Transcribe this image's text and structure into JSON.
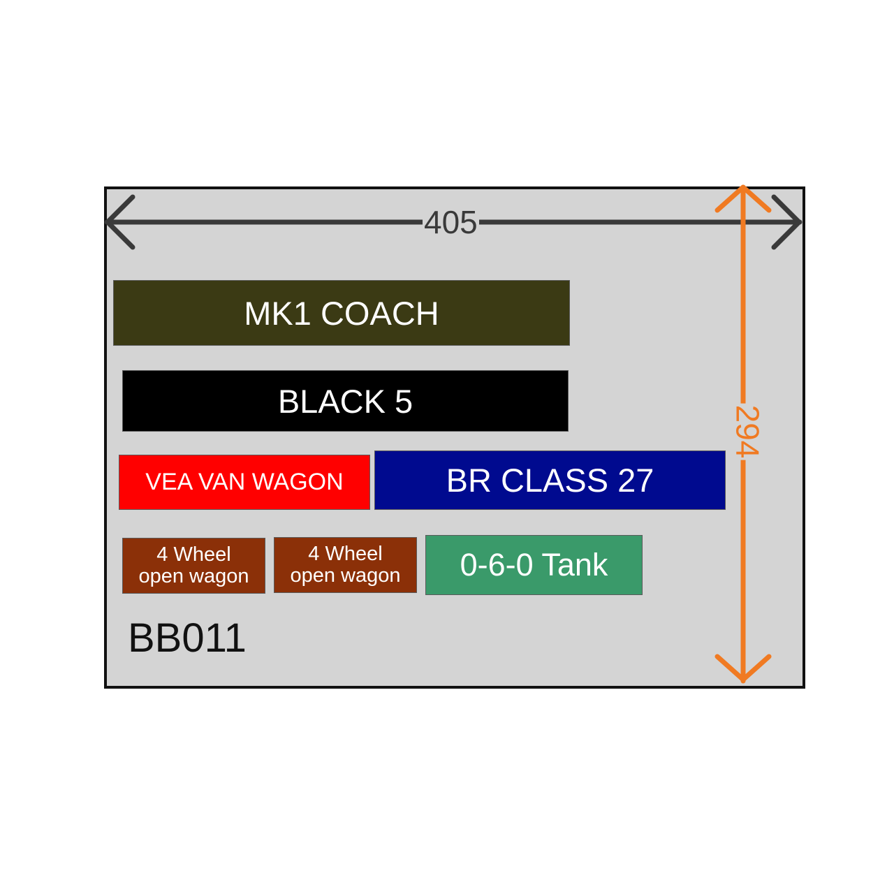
{
  "board": {
    "code": "BB011",
    "width_label": "405",
    "height_label": "294",
    "background_color": "#d4d4d4",
    "dimension_colors": {
      "width": "#3a3a3a",
      "height": "#f07a22"
    }
  },
  "blocks": {
    "mk1_coach": {
      "label": "MK1 COACH",
      "color": "#3b3a14"
    },
    "black_5": {
      "label": "BLACK 5",
      "color": "#000000"
    },
    "vea_van_wagon": {
      "label": "VEA VAN WAGON",
      "color": "#ff0000"
    },
    "br_class_27": {
      "label": "BR CLASS 27",
      "color": "#000a8f"
    },
    "wagon_1": {
      "line1": "4 Wheel",
      "line2": "open wagon",
      "color": "#8b3008"
    },
    "wagon_2": {
      "line1": "4 Wheel",
      "line2": "open wagon",
      "color": "#8b3008"
    },
    "tank": {
      "label": "0-6-0 Tank",
      "color": "#3a9a6a"
    }
  }
}
